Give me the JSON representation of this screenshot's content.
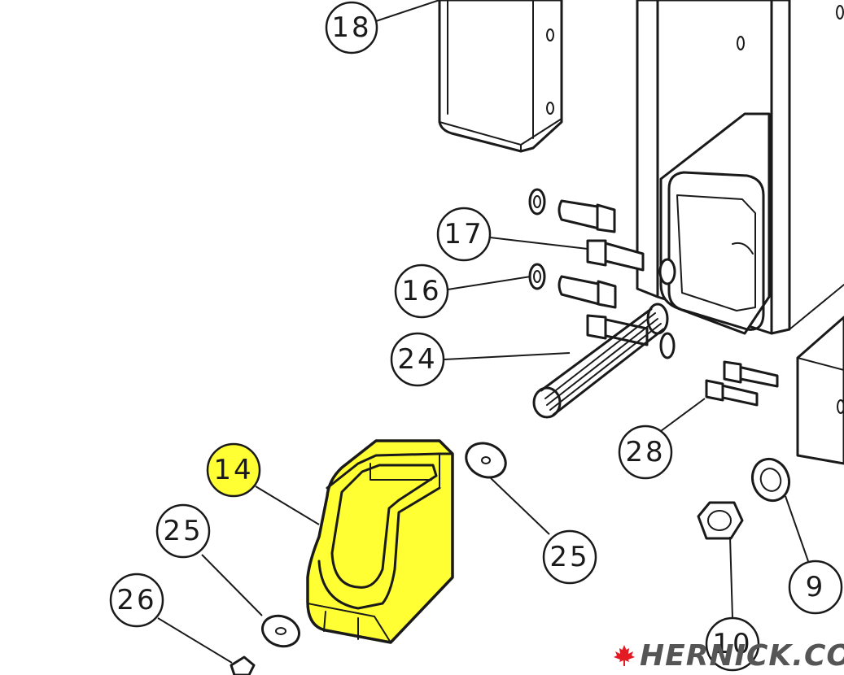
{
  "diagram": {
    "callouts": [
      {
        "id": "c18",
        "label": "18",
        "highlight": false
      },
      {
        "id": "c17",
        "label": "17",
        "highlight": false
      },
      {
        "id": "c16",
        "label": "16",
        "highlight": false
      },
      {
        "id": "c24",
        "label": "24",
        "highlight": false
      },
      {
        "id": "c14",
        "label": "14",
        "highlight": true
      },
      {
        "id": "c25a",
        "label": "25",
        "highlight": false
      },
      {
        "id": "c25b",
        "label": "25",
        "highlight": false
      },
      {
        "id": "c26",
        "label": "26",
        "highlight": false
      },
      {
        "id": "c28",
        "label": "28",
        "highlight": false
      },
      {
        "id": "c9",
        "label": "9",
        "highlight": false
      },
      {
        "id": "c10",
        "label": "10",
        "highlight": false
      }
    ],
    "highlight_color": "#ffff33",
    "highlighted_part": "14"
  },
  "watermark": {
    "text": "HERNICK.COM",
    "icon": "maple-leaf-icon",
    "color": "#555555",
    "icon_color": "#e31b23"
  }
}
